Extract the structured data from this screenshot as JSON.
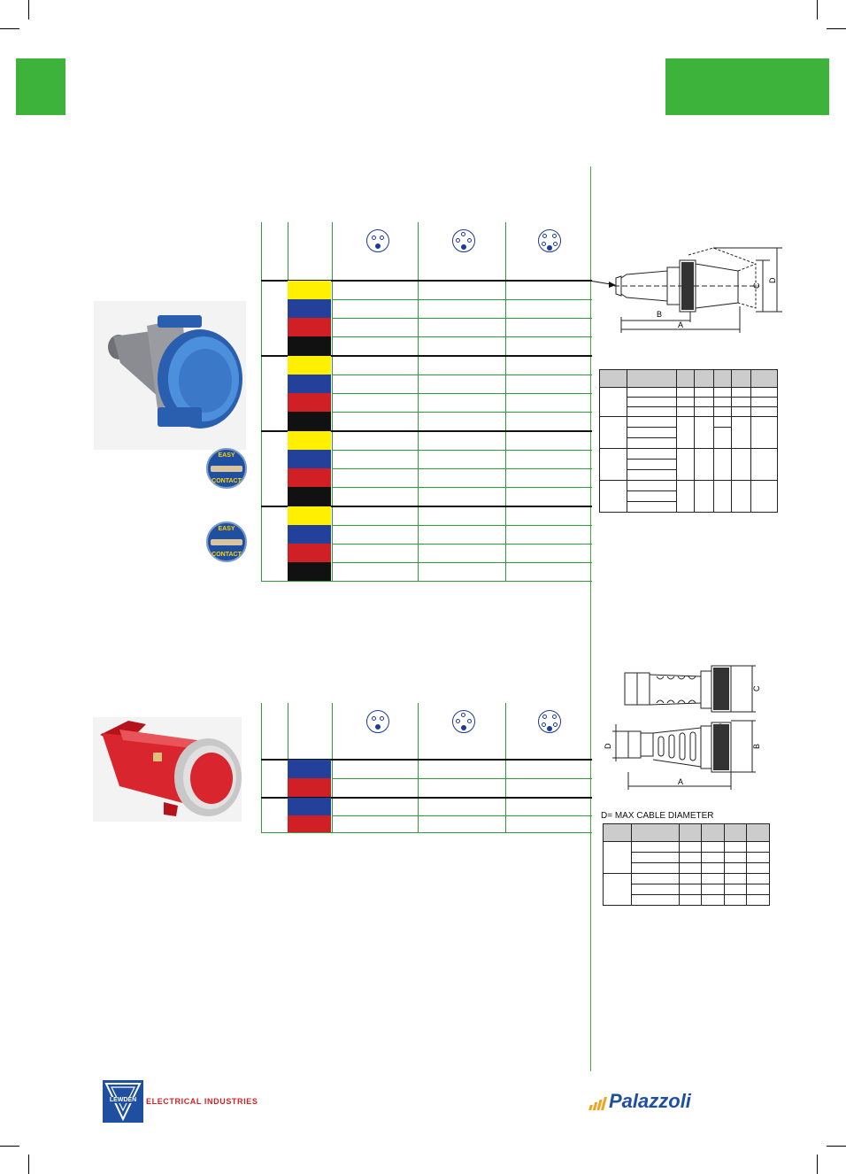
{
  "footer": {
    "left_logo_word": "LEWDEN",
    "left_logo_text": "ELECTRICAL INDUSTRIES",
    "right_logo_text": "Palazzoli"
  },
  "diagram_labels": {
    "top": {
      "a": "A",
      "b": "B",
      "c": "C",
      "d": "D"
    },
    "bottom": {
      "a": "A",
      "b": "B",
      "c": "C",
      "d": "D"
    }
  },
  "bottom_note": "D= MAX CABLE DIAMETER",
  "badges": [
    {
      "top": "EASY",
      "bottom": "CONTACT"
    },
    {
      "top": "EASY",
      "bottom": "CONTACT"
    }
  ],
  "colors": {
    "accent_green": "#3db33b",
    "yellow": "#ffef00",
    "blue": "#23409a",
    "red": "#d11f26",
    "black": "#111111"
  },
  "upper_grid": {
    "pin_icons": [
      "3-pin-socket-icon",
      "4-pin-socket-icon",
      "5-pin-socket-icon"
    ],
    "groups": [
      [
        "yellow",
        "blue",
        "red",
        "black"
      ],
      [
        "yellow",
        "blue",
        "red",
        "black"
      ],
      [
        "yellow",
        "blue",
        "red",
        "black"
      ],
      [
        "yellow",
        "blue",
        "red",
        "black"
      ]
    ]
  },
  "lower_grid": {
    "pin_icons": [
      "3-pin-socket-icon",
      "4-pin-socket-icon",
      "5-pin-socket-icon"
    ],
    "groups": [
      [
        "blue",
        "red"
      ],
      [
        "blue",
        "red"
      ]
    ]
  }
}
